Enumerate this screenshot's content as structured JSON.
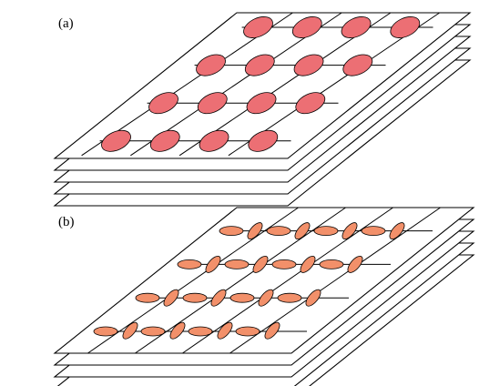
{
  "panels": [
    {
      "label": "(a)",
      "sites": "large-ellipses",
      "ellipse_color": "#ec6f74"
    },
    {
      "label": "(b)",
      "sites": "bond-ellipses",
      "ellipse_color": "#f2906a"
    }
  ]
}
